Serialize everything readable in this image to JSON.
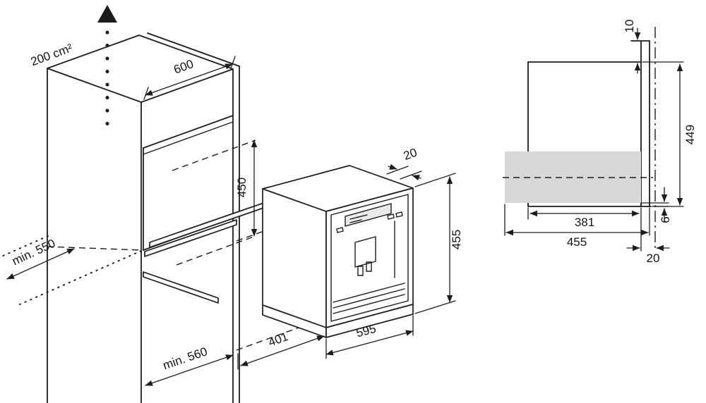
{
  "figure": {
    "kind": "appliance-installation-dimension-diagram",
    "perspective_view": {
      "ventilation_label": "200 cm²",
      "dim_cabinet_width": "600",
      "dim_niche_height": "450",
      "dim_front_gap": "20",
      "dim_appliance_height": "455",
      "dim_min_worktop_depth": "min. 550",
      "dim_min_niche_depth": "min. 560",
      "dim_appliance_body_depth": "401",
      "dim_appliance_width": "595"
    },
    "section_view": {
      "dim_top_gap": "10",
      "dim_inner_height": "449",
      "dim_body_depth": "381",
      "dim_bottom_gap": "6",
      "dim_total_depth": "455",
      "dim_front_overhang": "20"
    },
    "colors": {
      "line": "#1c1c1c",
      "shaded_fill": "#d8d8d8",
      "background": "#ffffff"
    }
  }
}
